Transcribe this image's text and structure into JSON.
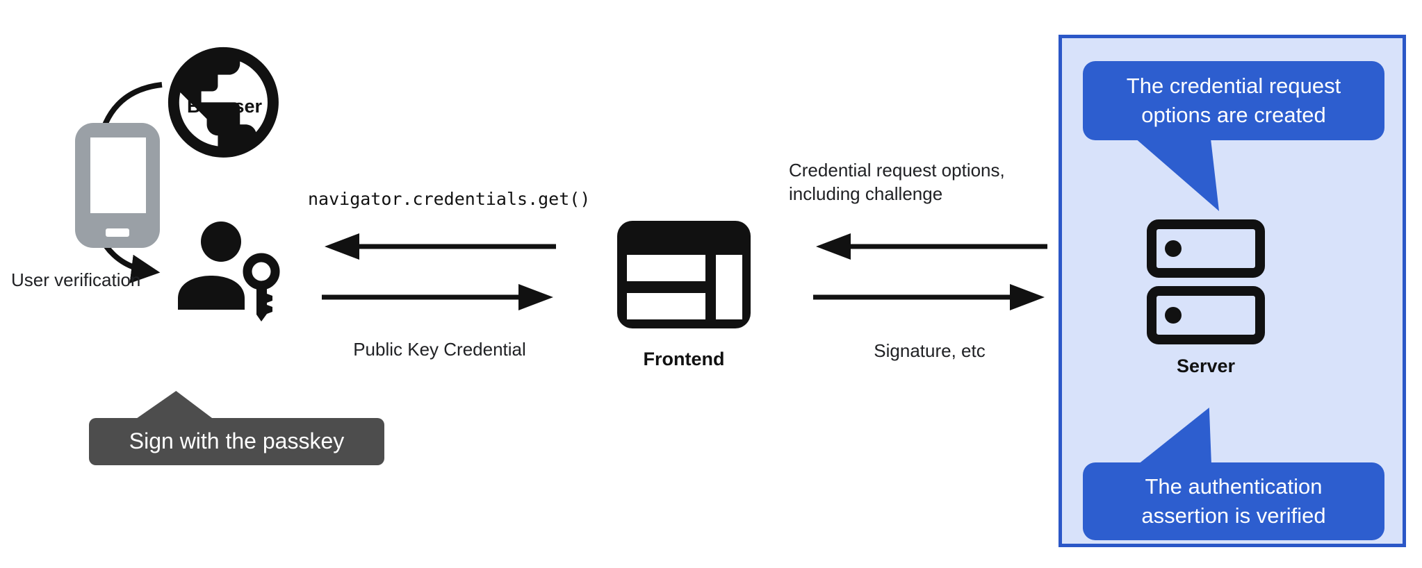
{
  "colors": {
    "bubble_blue": "#2d5ecf",
    "panel_bg": "#d8e2fa",
    "panel_border": "#2b57c7",
    "tooltip_gray": "#4d4d4d",
    "phone_gray": "#9aa0a6",
    "ink": "#111111",
    "text": "#202124"
  },
  "left": {
    "browser_label": "Browser",
    "user_verification_label": "User verification",
    "passkey_tooltip": "Sign with the passkey"
  },
  "center": {
    "code_call": "navigator.credentials.get()",
    "return_label": "Public Key Credential",
    "frontend_label": "Frontend"
  },
  "right": {
    "request_line1": "Credential request options,",
    "request_line2": "including challenge",
    "signature_label": "Signature, etc"
  },
  "server_panel": {
    "server_label": "Server",
    "bubble_top_line1": "The credential request",
    "bubble_top_line2": "options are created",
    "bubble_bottom_line1": "The authentication",
    "bubble_bottom_line2": "assertion is verified"
  },
  "icons": {
    "browser": "globe-icon",
    "authenticator": "smartphone-icon",
    "user": "person-icon",
    "passkey": "key-icon",
    "frontend": "web-window-icon",
    "server": "server-stack-icon"
  }
}
